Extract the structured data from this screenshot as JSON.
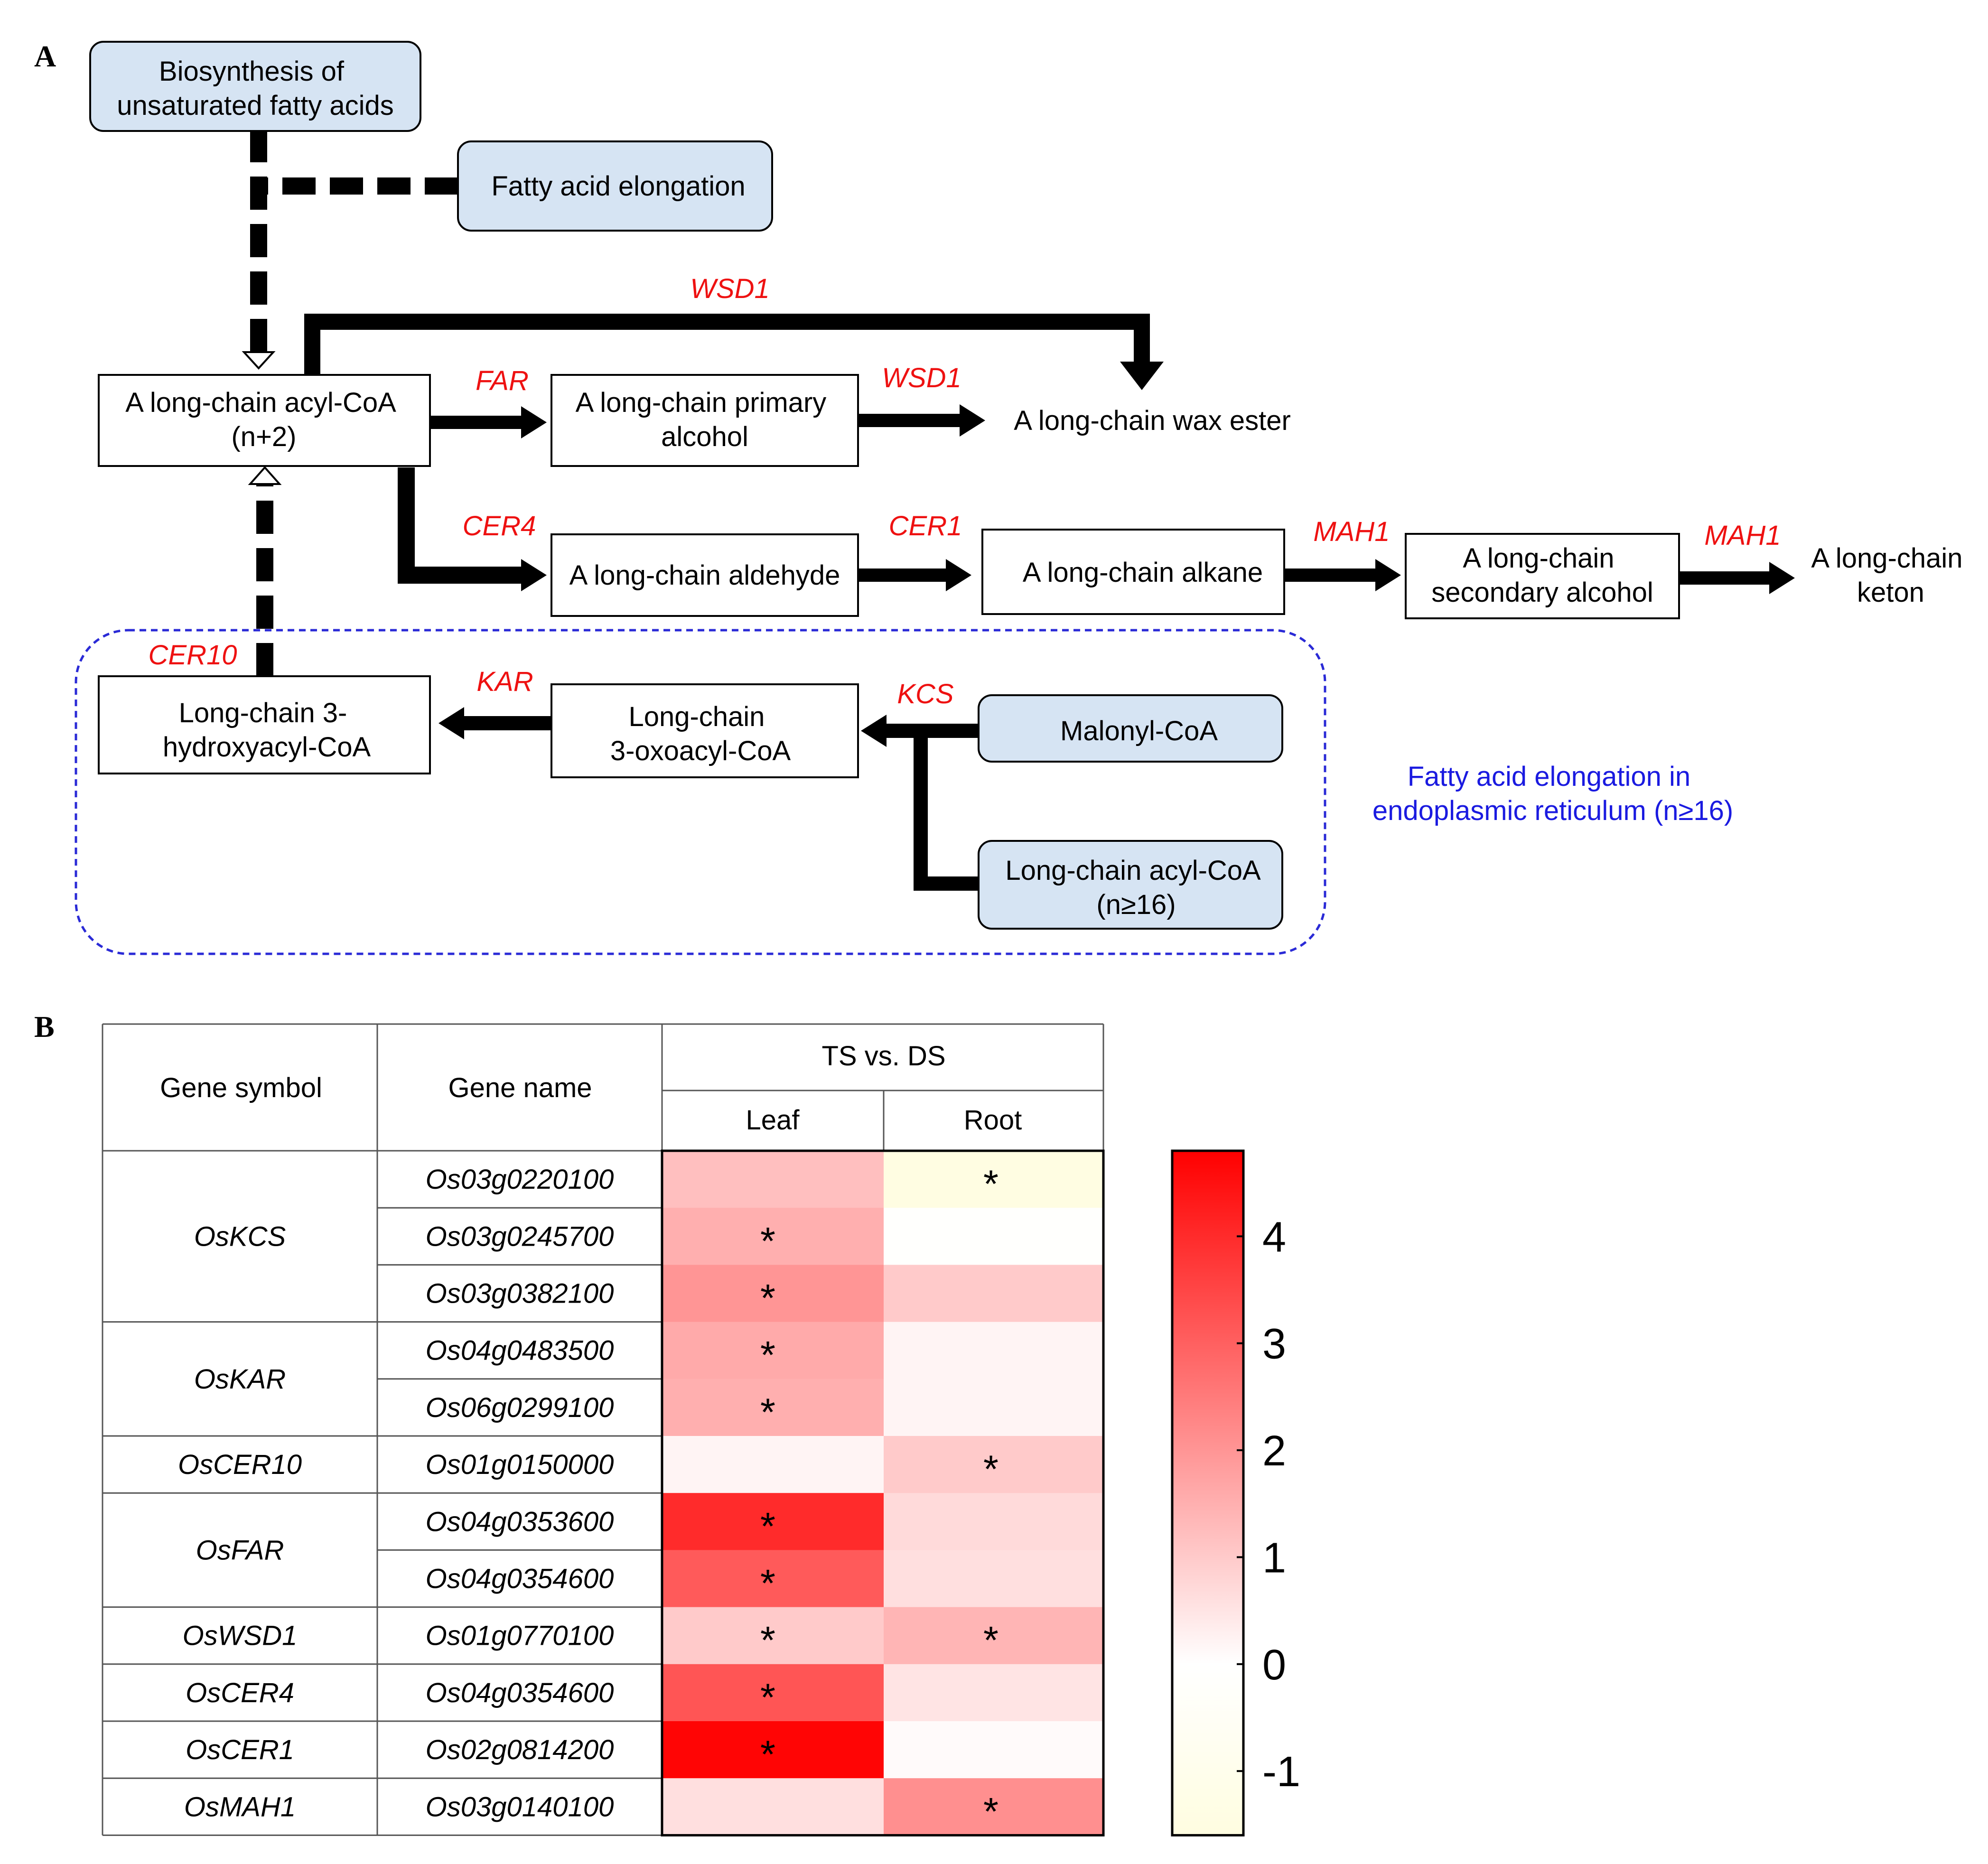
{
  "panel_a": {
    "label": "A",
    "nodes": {
      "biosynthesis": [
        "Biosynthesis of",
        "unsaturated fatty acids"
      ],
      "fa_elongation": [
        "Fatty acid elongation"
      ],
      "acyl_coa_n2": [
        "A long-chain acyl-CoA",
        "(n+2)"
      ],
      "primary_alcohol": [
        "A long-chain primary",
        "alcohol"
      ],
      "wax_ester": [
        "A long-chain wax ester"
      ],
      "aldehyde": [
        "A long-chain aldehyde"
      ],
      "alkane": [
        "A long-chain alkane"
      ],
      "secondary_alcohol": [
        "A long-chain",
        "secondary alcohol"
      ],
      "ketone": [
        "A long-chain",
        "keton"
      ],
      "hydroxyacyl_coa": [
        "Long-chain 3-",
        "hydroxyacyl-CoA"
      ],
      "oxoacyl_coa": [
        "Long-chain",
        "3-oxoacyl-CoA"
      ],
      "malonyl_coa": [
        "Malonyl-CoA"
      ],
      "acyl_coa_n16": [
        "Long-chain acyl-CoA",
        "(n≥16)"
      ]
    },
    "enzymes": {
      "wsd1_top": "WSD1",
      "far": "FAR",
      "wsd1": "WSD1",
      "cer4": "CER4",
      "cer1": "CER1",
      "mah1_a": "MAH1",
      "mah1_b": "MAH1",
      "cer10": "CER10",
      "kar": "KAR",
      "kcs": "KCS"
    },
    "region_label": [
      "Fatty acid elongation in",
      "endoplasmic reticulum (n≥16)"
    ],
    "colors": {
      "enzyme": "#ee1111",
      "highlight_fill": "#d6e4f3",
      "region_border": "#2a2ad6",
      "region_text": "#1a1ae0"
    }
  },
  "panel_b": {
    "label": "B",
    "headers": {
      "gene_symbol": "Gene symbol",
      "gene_name": "Gene name",
      "comparison": "TS vs. DS",
      "leaf": "Leaf",
      "root": "Root"
    },
    "groups": [
      {
        "symbol": "OsKCS",
        "genes": [
          "Os03g0220100",
          "Os03g0245700",
          "Os03g0382100"
        ]
      },
      {
        "symbol": "OsKAR",
        "genes": [
          "Os04g0483500",
          "Os06g0299100"
        ]
      },
      {
        "symbol": "OsCER10",
        "genes": [
          "Os01g0150000"
        ]
      },
      {
        "symbol": "OsFAR",
        "genes": [
          "Os04g0353600",
          "Os04g0354600"
        ]
      },
      {
        "symbol": "OsWSD1",
        "genes": [
          "Os01g0770100"
        ]
      },
      {
        "symbol": "OsCER4",
        "genes": [
          "Os04g0354600"
        ]
      },
      {
        "symbol": "OsCER1",
        "genes": [
          "Os02g0814200"
        ]
      },
      {
        "symbol": "OsMAH1",
        "genes": [
          "Os03g0140100"
        ]
      }
    ],
    "significance_mark": "*"
  },
  "chart_data": {
    "type": "heatmap",
    "title": "TS vs. DS",
    "x": [
      "Leaf",
      "Root"
    ],
    "y": [
      "Os03g0220100",
      "Os03g0245700",
      "Os03g0382100",
      "Os04g0483500",
      "Os06g0299100",
      "Os01g0150000",
      "Os04g0353600",
      "Os04g0354600",
      "Os01g0770100",
      "Os04g0354600",
      "Os02g0814200",
      "Os03g0140100"
    ],
    "values": [
      [
        1.2,
        -1.5
      ],
      [
        1.5,
        -0.1
      ],
      [
        2.0,
        1.0
      ],
      [
        1.6,
        0.2
      ],
      [
        1.5,
        0.2
      ],
      [
        0.2,
        1.0
      ],
      [
        4.0,
        0.7
      ],
      [
        3.1,
        0.6
      ],
      [
        1.0,
        1.4
      ],
      [
        3.2,
        0.5
      ],
      [
        4.7,
        0.1
      ],
      [
        0.6,
        2.1
      ]
    ],
    "significant": [
      [
        false,
        true
      ],
      [
        true,
        false
      ],
      [
        true,
        false
      ],
      [
        true,
        false
      ],
      [
        true,
        false
      ],
      [
        false,
        true
      ],
      [
        true,
        false
      ],
      [
        true,
        false
      ],
      [
        true,
        true
      ],
      [
        true,
        false
      ],
      [
        true,
        false
      ],
      [
        false,
        true
      ]
    ],
    "colorbar": {
      "min": -1.6,
      "max": 4.8,
      "ticks": [
        4,
        3,
        2,
        1,
        0,
        -1
      ],
      "colors": {
        "low": "#fffde0",
        "mid": "#ffffff",
        "high": "#ff0000"
      }
    }
  }
}
